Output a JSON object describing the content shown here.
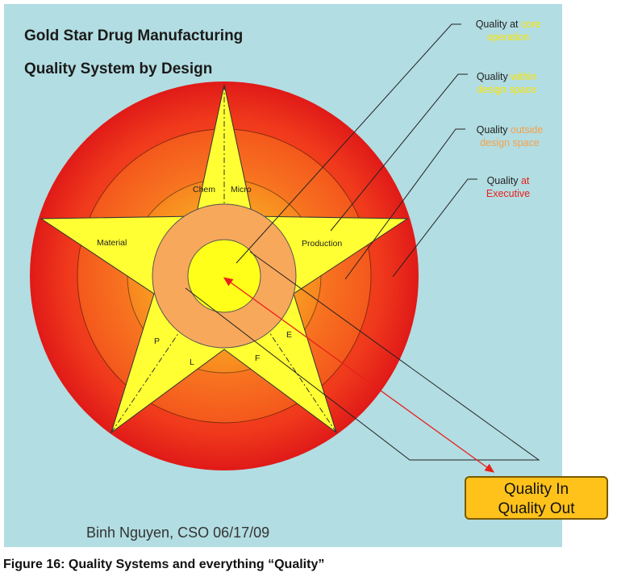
{
  "title_line1": "Gold Star Drug Manufacturing",
  "title_line2": "Quality System by Design",
  "legend": [
    {
      "prefix": "Quality at ",
      "highlight_line1": "core",
      "highlight_line2": "operation",
      "color": "#ffe600"
    },
    {
      "prefix": "Quality ",
      "highlight_line1": "within",
      "highlight_line2": "design space",
      "color": "#ffe600"
    },
    {
      "prefix": "Quality ",
      "highlight_line1": "outside",
      "highlight_line2": "design space",
      "color": "#f5a24a"
    },
    {
      "prefix": "Quality ",
      "highlight_line1": "at",
      "highlight_line2": "Executive",
      "color": "#e8201c"
    }
  ],
  "star_labels": {
    "chem": "Chem",
    "micro": "Micro",
    "material": "Material",
    "production": "Production",
    "p": "P",
    "l": "L",
    "f": "F",
    "e": "E"
  },
  "author": "Binh Nguyen, CSO 06/17/09",
  "quality_box": {
    "line1": "Quality In",
    "line2": "Quality Out"
  },
  "caption": "Figure 16: Quality Systems and everything “Quality”",
  "colors": {
    "background": "#b2dde2",
    "ring_outer": "#e8201c",
    "ring_mid": "#f45a1c",
    "ring_inner": "#f7901f",
    "star": "#ffff33",
    "core_ring": "#f8a85a",
    "core": "#ffff1a",
    "arrow": "#e8201c",
    "box": "#ffc21a"
  }
}
